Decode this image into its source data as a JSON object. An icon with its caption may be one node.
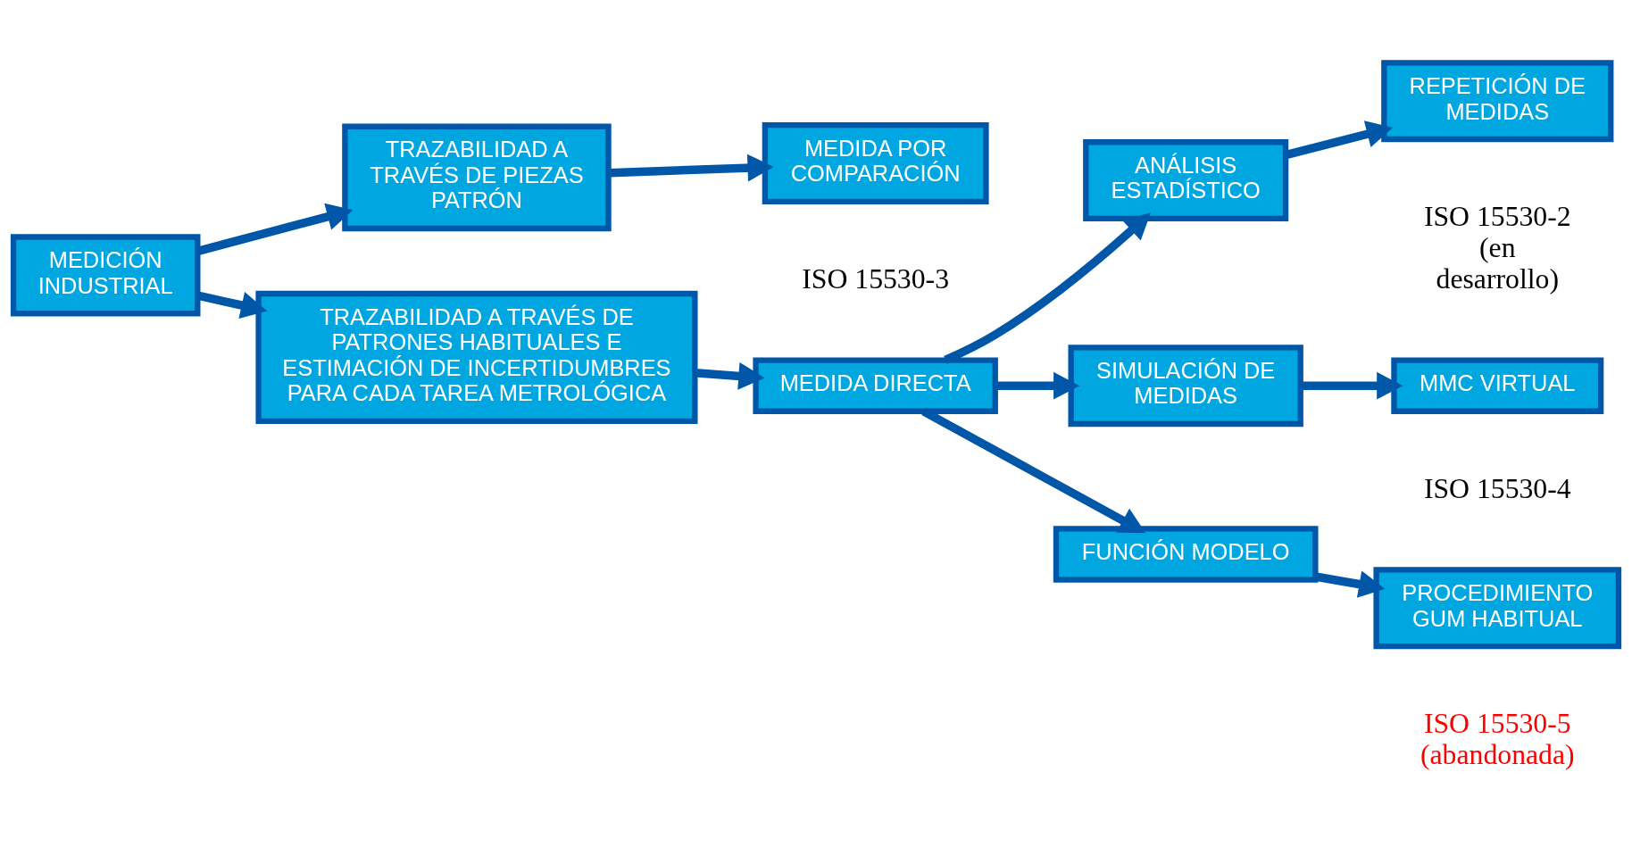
{
  "diagram": {
    "nodes": [
      {
        "text": [
          "MEDICIÓN INDUSTRIAL"
        ]
      },
      {
        "text": [
          "TRAZABILIDAD A TRAVÉS DE PIEZAS PATRÓN"
        ]
      },
      {
        "text": [
          "MEDIDA POR COMPARACIÓN"
        ],
        "beside": [
          "ISO 15530-3"
        ]
      },
      {
        "text": [
          "TRAZABILIDAD A TRAVÉS DE PATRONES HABITUALES E ESTIMACIÓN DE INCERTIDUMBRES PARA CADA TAREA METROLÓGICA"
        ]
      },
      {
        "text": [
          "MEDIDA DIRECTA"
        ]
      },
      {
        "text": [
          "ANÁLISIS ESTADÍSTICO"
        ]
      },
      {
        "text": [
          "REPETICIÓN DE MEDIDAS"
        ],
        "beside": [
          "ISO 15530-2 (en desarrollo)"
        ]
      },
      {
        "text": [
          "SIMULACIÓN DE MEDIDAS"
        ]
      },
      {
        "text": [
          "MMC VIRTUAL"
        ],
        "beside": [
          "ISO 15530-4"
        ]
      },
      {
        "text": [
          "FUNCIÓN MODELO"
        ]
      },
      {
        "text": [
          "PROCEDIMIENTO GUM HABITUAL"
        ],
        "beside": [
          "ISO 15530-5 (abandonada)"
        ]
      }
    ],
    "edges": [
      {
        "from": 0,
        "to": 1,
        "arrow": "to"
      },
      {
        "from": 0,
        "to": 3,
        "arrow": "to"
      },
      {
        "from": 1,
        "to": 2,
        "arrow": "to"
      },
      {
        "from": 3,
        "to": 4,
        "arrow": "to"
      },
      {
        "from": 4,
        "to": 5,
        "arrow": "to"
      },
      {
        "from": 4,
        "to": 7,
        "arrow": "to"
      },
      {
        "from": 4,
        "to": 9,
        "arrow": "to"
      },
      {
        "from": 5,
        "to": 6,
        "arrow": "to"
      },
      {
        "from": 7,
        "to": 8,
        "arrow": "to"
      },
      {
        "from": 9,
        "to": 10,
        "arrow": "to"
      }
    ]
  }
}
